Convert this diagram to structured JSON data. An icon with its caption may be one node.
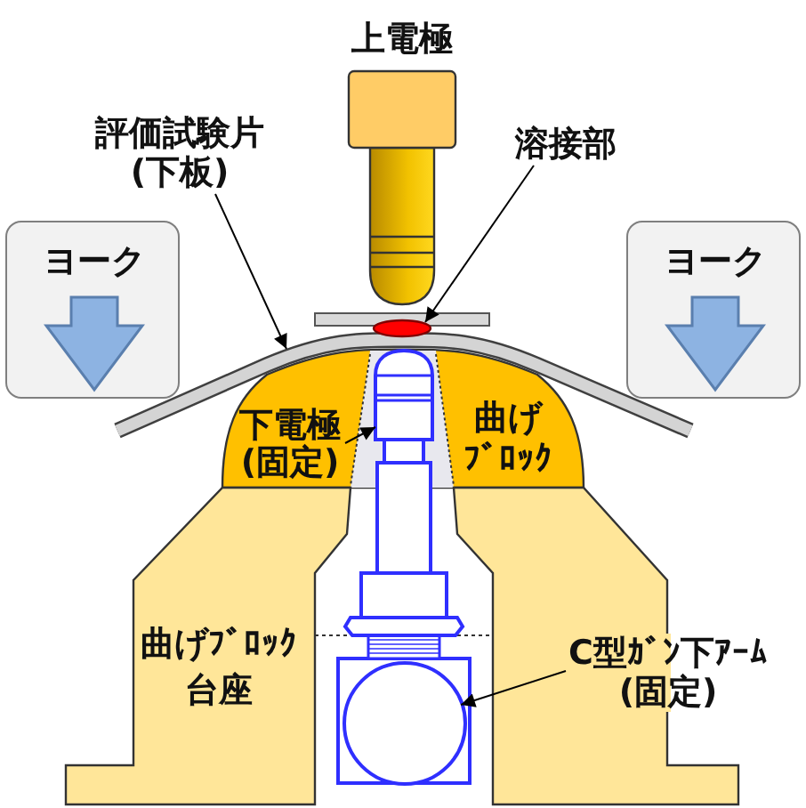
{
  "diagram": {
    "nodes": [
      {
        "text": [
          "評価試験片(下板)"
        ]
      },
      {
        "text": [
          "溶接部"
        ]
      },
      {
        "text": [
          "ヨーク"
        ]
      },
      {
        "text": [
          "ヨーク"
        ]
      },
      {
        "text": [],
        "shape": "ellipse"
      },
      {
        "text": [],
        "shape": "bar"
      },
      {
        "text": [
          "曲げﾌﾞﾛｯｸ"
        ]
      },
      {
        "text": [
          "下電極(固定)"
        ],
        "in": 6
      },
      {
        "text": [],
        "shape": "picture"
      },
      {
        "text": [
          "曲げﾌﾞﾛｯｸ台座"
        ]
      },
      {
        "text": [
          "C型ｶﾞﾝ下ｱｰﾑ(固定)"
        ]
      },
      {
        "text": [],
        "shape": "circle",
        "in": 9
      }
    ],
    "edges": [
      {
        "from": 0,
        "to": 5,
        "arrow": "to"
      },
      {
        "from": 1,
        "to": 4,
        "arrow": "to"
      },
      {
        "from": 7,
        "to": 8,
        "arrow": "to"
      },
      {
        "from": 10,
        "to": 11,
        "arrow": "to"
      }
    ],
    "labels": [
      "上電極"
    ]
  }
}
